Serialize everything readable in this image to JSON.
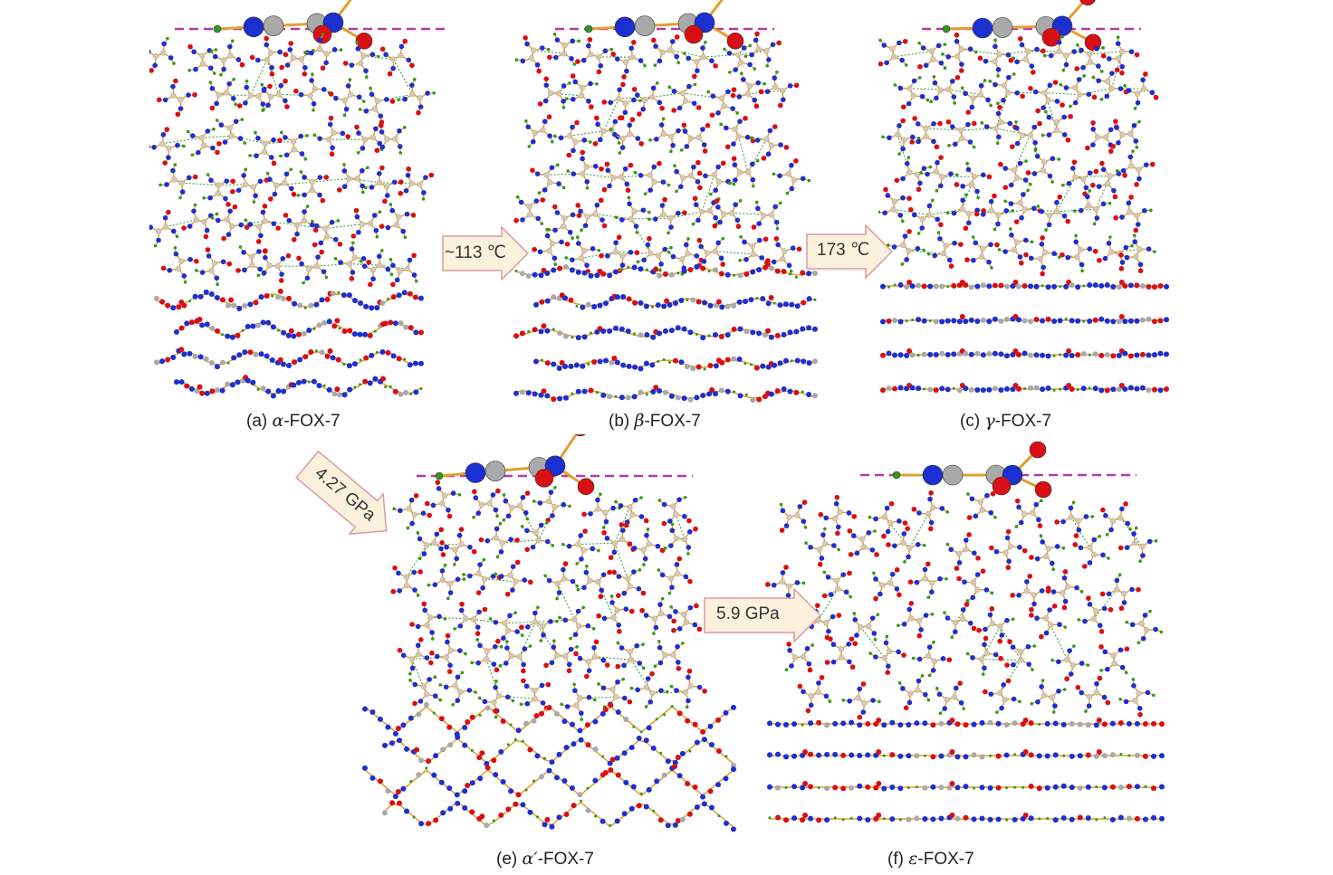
{
  "colors": {
    "carbon": "#d8c8b0",
    "carbon_dark": "#a9a9a9",
    "nitrogen": "#1c2fd0",
    "oxygen": "#d80f14",
    "hydrogen": "#2f9a1c",
    "bond": "#e0a030",
    "hbond": "#2c9a30",
    "reference_line": "#b43aa8",
    "arrow_fill": "#fbf1dc",
    "arrow_stroke": "#dc9aa0"
  },
  "panels": [
    {
      "id": "a",
      "prefix": "(a) ",
      "greek": "α",
      "suffix": "-FOX-7",
      "layer_style": "zigzag-wave",
      "top_molecule_tilt": "slight"
    },
    {
      "id": "b",
      "prefix": "(b) ",
      "greek": "β",
      "suffix": "-FOX-7",
      "layer_style": "gentle-wave",
      "top_molecule_tilt": "slight"
    },
    {
      "id": "c",
      "prefix": "(c) ",
      "greek": "γ",
      "suffix": "-FOX-7",
      "layer_style": "flat",
      "top_molecule_tilt": "minimal"
    },
    {
      "id": "e",
      "prefix": "(e) ",
      "greek": "α′",
      "suffix": "-FOX-7",
      "layer_style": "sharp-zigzag",
      "top_molecule_tilt": "strong"
    },
    {
      "id": "f",
      "prefix": "(f) ",
      "greek": "ε",
      "suffix": "-FOX-7",
      "layer_style": "flat",
      "top_molecule_tilt": "planar"
    }
  ],
  "transitions": [
    {
      "id": "a-to-b",
      "label": "~113 ℃",
      "from": "a",
      "to": "b",
      "direction": "right"
    },
    {
      "id": "b-to-c",
      "label": "173 ℃",
      "from": "b",
      "to": "c",
      "direction": "right"
    },
    {
      "id": "a-to-e",
      "label": "4.27 GPa",
      "from": "a",
      "to": "e",
      "direction": "down-right"
    },
    {
      "id": "e-to-f",
      "label": "5.9 GPa",
      "from": "e",
      "to": "f",
      "direction": "right"
    }
  ]
}
